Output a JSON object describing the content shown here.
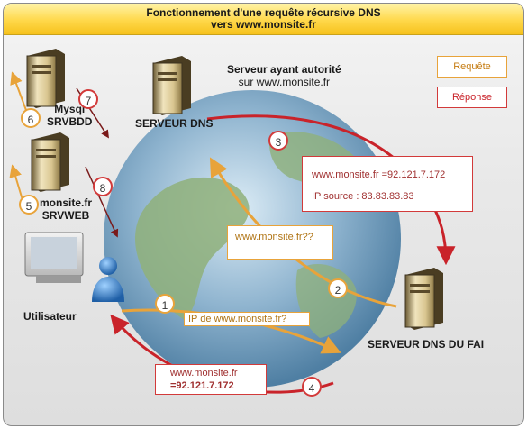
{
  "title": {
    "line1": "Fonctionnement d'une requête récursive DNS",
    "line2": "vers www.monsite.fr"
  },
  "legend": {
    "request": "Requête",
    "response": "Réponse",
    "request_color": "#e8a33a",
    "response_color": "#d23a3a"
  },
  "nodes": {
    "mysql": {
      "line1": "Mysql",
      "line2": "SRVBDD"
    },
    "web": {
      "line1": "monsite.fr",
      "line2": "SRVWEB"
    },
    "user": "Utilisateur",
    "dns_server": "SERVEUR DNS",
    "authority": {
      "line1": "Serveur ayant autorité",
      "line2": "sur www.monsite.fr"
    },
    "isp_dns": "SERVEUR DNS DU FAI"
  },
  "messages": {
    "auth_reply_line1": "www.monsite.fr =92.121.7.172",
    "auth_reply_line2": "IP source : 83.83.83.83",
    "isp_query": "www.monsite.fr??",
    "user_query": "IP de www.monsite.fr?",
    "final_reply_line1": "www.monsite.fr",
    "final_reply_line2": "=92.121.7.172"
  },
  "steps": [
    "1",
    "2",
    "3",
    "4",
    "5",
    "6",
    "7",
    "8"
  ]
}
